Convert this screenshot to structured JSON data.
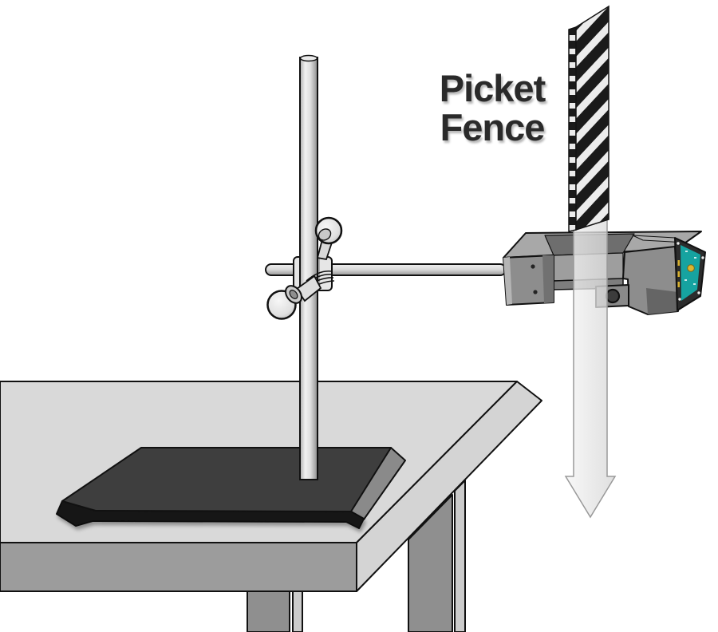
{
  "diagram": {
    "title_label": {
      "line1": "Picket",
      "line2": "Fence"
    },
    "motion_arrow": {
      "direction": "down"
    },
    "components": [
      "picket-fence",
      "photogate-sensor",
      "support-rod",
      "crossbar-rod",
      "rod-clamp",
      "thumbscrews",
      "stand-base",
      "lab-table",
      "motion-arrow"
    ],
    "colors": {
      "background": "#ffffff",
      "text": "#2b2b2b",
      "table_top": "#d9d9d9",
      "table_edge": "#d4d4d4",
      "table_front": "#9c9c9c",
      "leg": "#8f8f8f",
      "leg_highlight": "#cbcbcb",
      "base_top": "#3e3e3e",
      "base_side": "#8a8a8a",
      "base_lip": "#161616",
      "gate_body": "#8d8d8d",
      "gate_top": "#a8a8a8",
      "gate_end_face": "#2c2c2c",
      "gate_label_teal": "#16a3a0",
      "gate_led_yellow": "#ddb62f",
      "fence_black": "#1a1a1a",
      "fence_white": "#ececec",
      "arrow_fill": "#e8e8e8",
      "outline": "#111111"
    }
  }
}
